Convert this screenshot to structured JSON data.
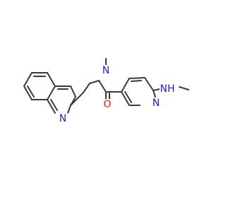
{
  "molecule": {
    "atoms": {
      "amine_n": "NH",
      "pyridine_n": "N",
      "amide_n": "N",
      "carbonyl_o": "O",
      "quinoline_n": "N"
    },
    "colors": {
      "bond": "#3a3a3a",
      "nitrogen": "#1f1fe0",
      "oxygen": "#ff0d0d",
      "background": "#ffffff"
    }
  }
}
